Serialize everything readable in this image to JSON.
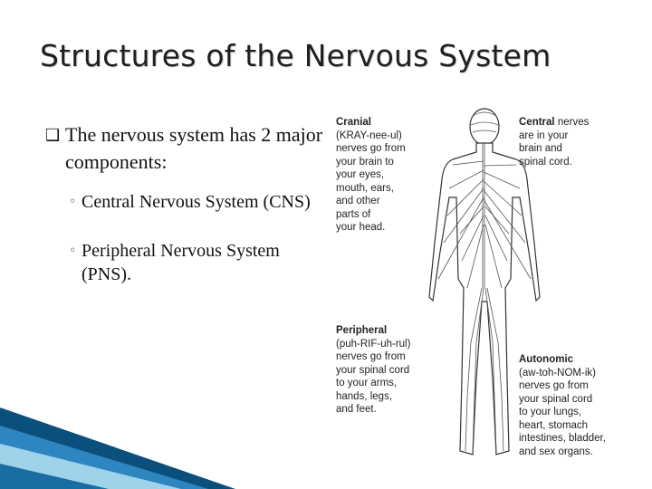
{
  "slide": {
    "title": "Structures of the Nervous System",
    "bullet_marker": "❑",
    "sub_marker": "◦",
    "bullet_main": "The nervous system has 2 major components:",
    "sub_items": [
      "Central Nervous System (CNS)",
      "Peripheral Nervous System (PNS)."
    ]
  },
  "figure": {
    "cranial": {
      "term": "Cranial",
      "text": "(KRAY-nee-ul)\nnerves go from\nyour brain to\nyour eyes,\nmouth, ears,\nand other\nparts of\nyour head."
    },
    "central": {
      "term": "Central",
      "text": "nerves\nare in your\nbrain and\nspinal cord."
    },
    "peripheral": {
      "term": "Peripheral",
      "text": "(puh-RIF-uh-rul)\nnerves go from\nyour spinal cord\nto your arms,\nhands, legs,\nand feet."
    },
    "autonomic": {
      "term": "Autonomic",
      "text": "(aw-toh-NOM-ik)\nnerves go from\nyour spinal cord\nto your lungs,\nheart, stomach\nintestines, bladder,\nand sex organs."
    }
  },
  "colors": {
    "corner_dark": "#0b4f7c",
    "corner_mid": "#2e86c1",
    "corner_light": "#9fd3ea"
  }
}
